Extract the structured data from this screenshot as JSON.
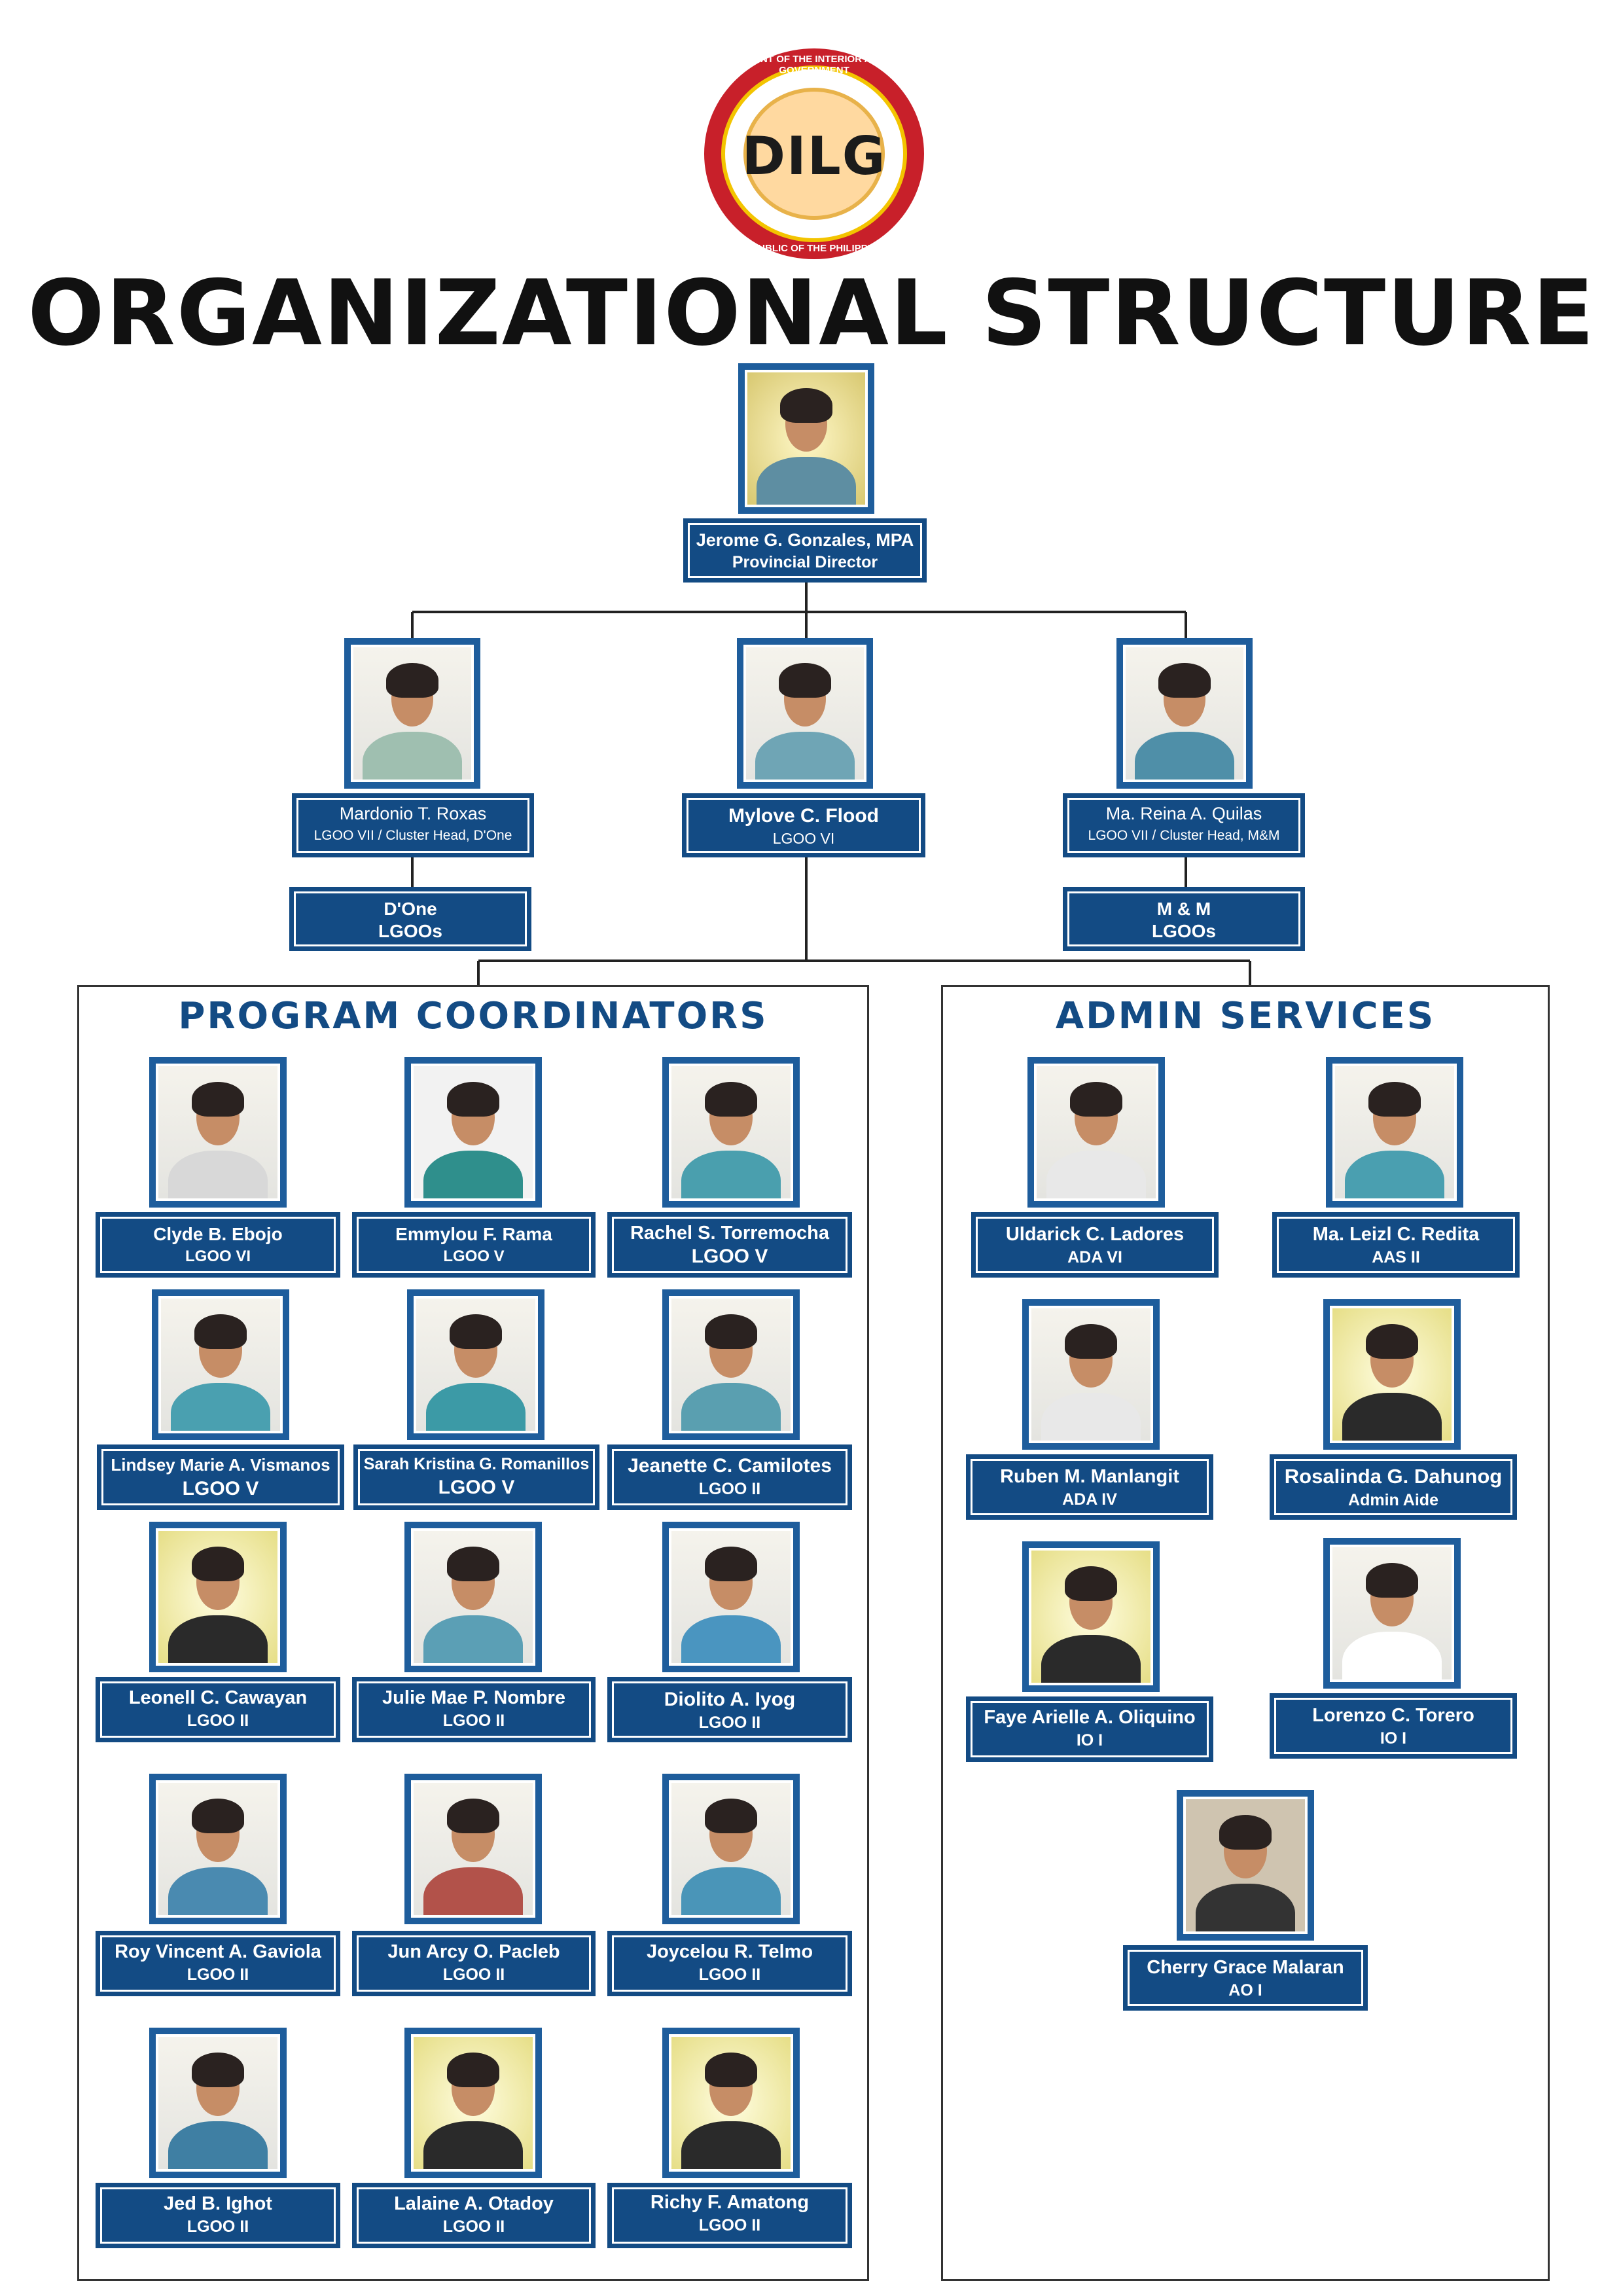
{
  "logo": {
    "text": "DILG",
    "arc_top": "DEPARTMENT OF THE INTERIOR AND LOCAL GOVERNMENT",
    "arc_bottom": "REPUBLIC OF THE PHILIPPINES"
  },
  "title": "ORGANIZATIONAL STRUCTURE",
  "director": {
    "name": "Jerome G. Gonzales, MPA",
    "role": "Provincial Director"
  },
  "level2": [
    {
      "name": "Mardonio T. Roxas",
      "role": "LGOO VII / Cluster Head, D'One"
    },
    {
      "name": "Mylove C. Flood",
      "role": "LGOO VI"
    },
    {
      "name": "Ma. Reina A. Quilas",
      "role": "LGOO VII / Cluster Head, M&M"
    }
  ],
  "clusters": [
    {
      "name": "D'One",
      "role": "LGOOs"
    },
    {
      "name": "M & M",
      "role": "LGOOs"
    }
  ],
  "program_coordinators": {
    "title": "PROGRAM COORDINATORS",
    "people": [
      {
        "name": "Clyde B. Ebojo",
        "role": "LGOO VI"
      },
      {
        "name": "Emmylou F. Rama",
        "role": "LGOO V"
      },
      {
        "name": "Rachel S. Torremocha",
        "role": "LGOO V"
      },
      {
        "name": "Lindsey Marie A. Vismanos",
        "role": "LGOO V"
      },
      {
        "name": "Sarah Kristina G. Romanillos",
        "role": "LGOO V"
      },
      {
        "name": "Jeanette C. Camilotes",
        "role": "LGOO II"
      },
      {
        "name": "Leonell C. Cawayan",
        "role": "LGOO II"
      },
      {
        "name": "Julie Mae P. Nombre",
        "role": "LGOO II"
      },
      {
        "name": "Diolito A. Iyog",
        "role": "LGOO II"
      },
      {
        "name": "Roy Vincent A. Gaviola",
        "role": "LGOO II"
      },
      {
        "name": "Jun Arcy O. Pacleb",
        "role": "LGOO II"
      },
      {
        "name": "Joycelou R. Telmo",
        "role": "LGOO II"
      },
      {
        "name": "Jed B. Ighot",
        "role": "LGOO II"
      },
      {
        "name": "Lalaine A. Otadoy",
        "role": "LGOO II"
      },
      {
        "name": "Richy F. Amatong",
        "role": "LGOO II"
      }
    ]
  },
  "admin_services": {
    "title": "ADMIN SERVICES",
    "people": [
      {
        "name": "Uldarick C. Ladores",
        "role": "ADA VI"
      },
      {
        "name": "Ma. Leizl C. Redita",
        "role": "AAS II"
      },
      {
        "name": "Ruben M. Manlangit",
        "role": "ADA IV"
      },
      {
        "name": "Rosalinda G. Dahunog",
        "role": "Admin Aide"
      },
      {
        "name": "Faye Arielle A. Oliquino",
        "role": "IO I"
      },
      {
        "name": "Lorenzo C. Torero",
        "role": "IO I"
      },
      {
        "name": "Cherry Grace Malaran",
        "role": "AO I"
      }
    ]
  },
  "colors": {
    "card": "#134b84",
    "photo_frame": "#1e5d9c",
    "panel_title": "#134b84"
  }
}
